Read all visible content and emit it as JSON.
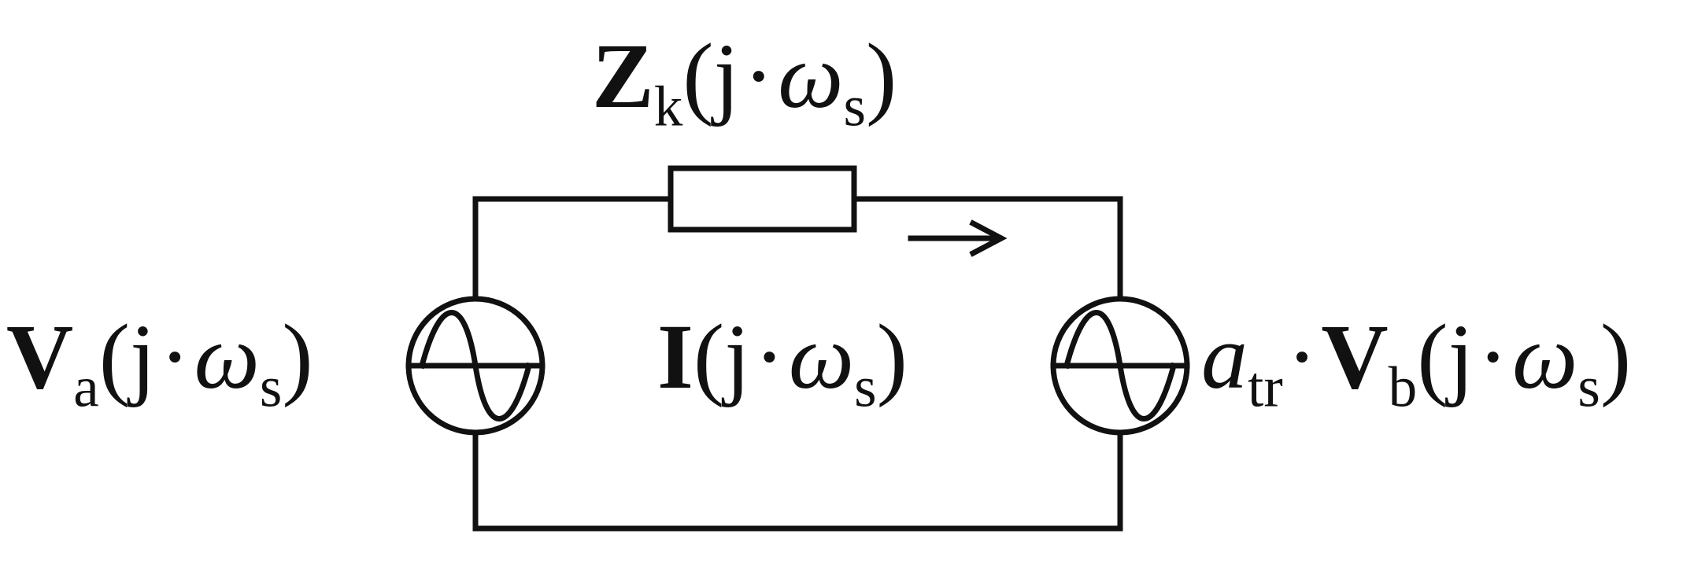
{
  "labels": {
    "impedance": {
      "symbol": "Z",
      "sub": "k",
      "open": "(j",
      "dot": "·",
      "omega": "ω",
      "omega_sub": "s",
      "close": ")"
    },
    "source_a": {
      "symbol": "V",
      "sub": "a",
      "open": "(j",
      "dot": "·",
      "omega": "ω",
      "omega_sub": "s",
      "close": ")"
    },
    "current": {
      "symbol": "I",
      "open": "(j",
      "dot": "·",
      "omega": "ω",
      "omega_sub": "s",
      "close": ")"
    },
    "source_b": {
      "coef": "a",
      "coef_sub": "tr",
      "dot1": "·",
      "symbol": "V",
      "sub": "b",
      "open": "(j",
      "dot": "·",
      "omega": "ω",
      "omega_sub": "s",
      "close": ")"
    }
  },
  "colors": {
    "stroke": "#111111",
    "background": "#ffffff"
  }
}
